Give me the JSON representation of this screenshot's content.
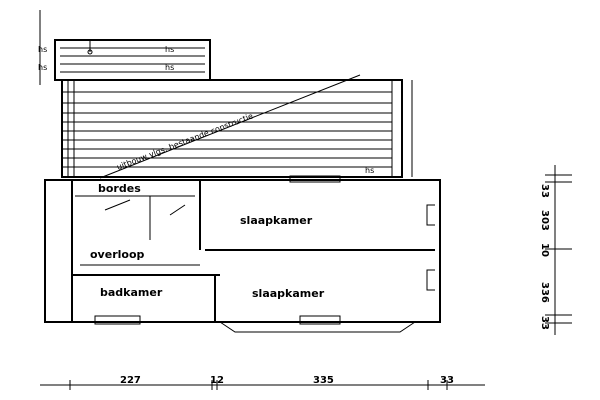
{
  "rooms": {
    "bordes": "bordes",
    "overloop": "overloop",
    "badkamer": "badkamer",
    "slaapkamer_1": "slaapkamer",
    "slaapkamer_2": "slaapkamer"
  },
  "annotations": {
    "diagonal": "uitbouw vlgs. bestaande constructie",
    "hs_1": "hs",
    "hs_2": "hs",
    "hs_3": "hs",
    "hs_4": "hs",
    "hs_5": "hs"
  },
  "dimensions": {
    "horizontal": [
      "227",
      "12",
      "335",
      "33"
    ],
    "vertical": [
      "33",
      "303",
      "10",
      "336",
      "33"
    ]
  }
}
